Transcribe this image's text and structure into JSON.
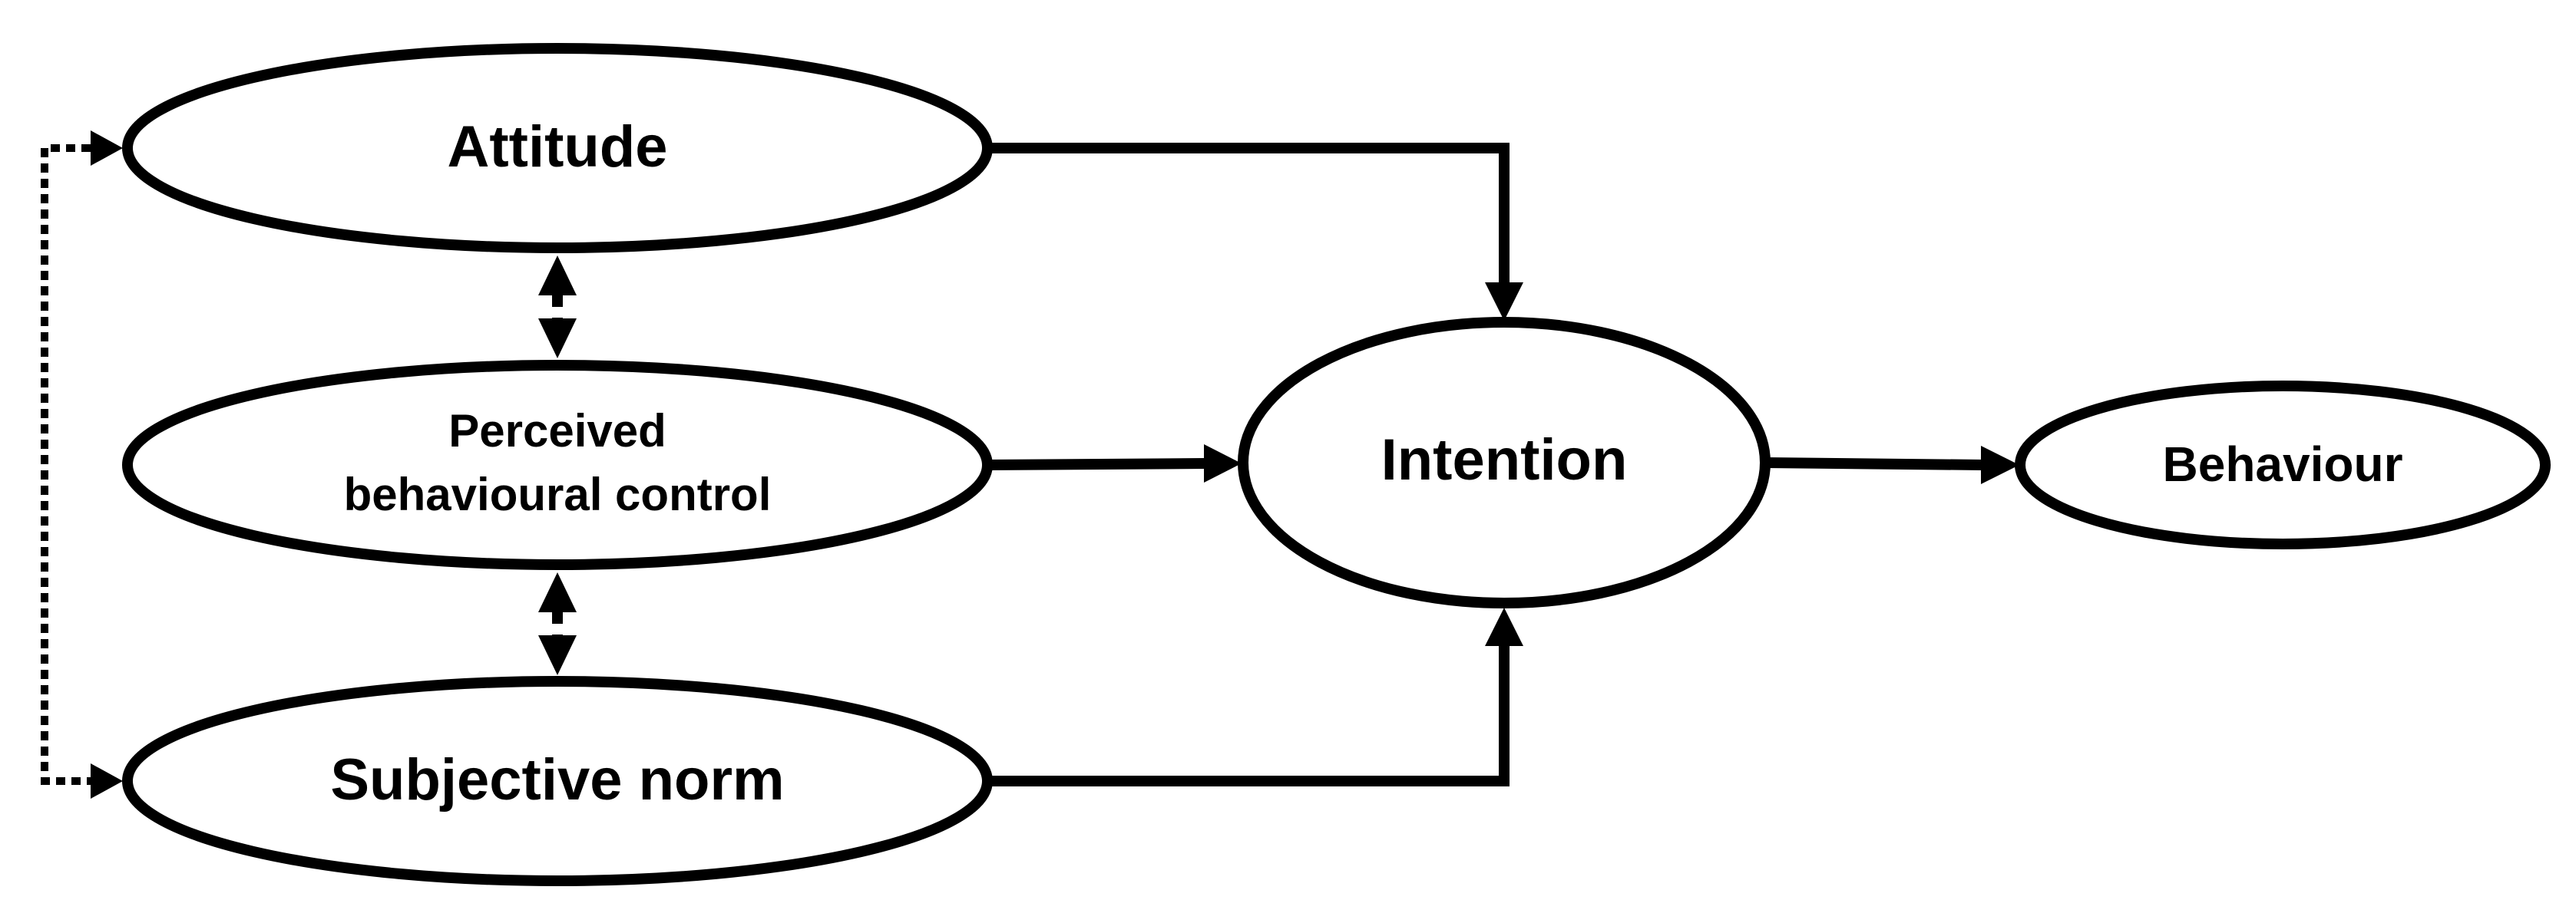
{
  "nodes": {
    "attitude": "Attitude",
    "pbc_line1": "Perceived",
    "pbc_line2": "behavioural control",
    "subjective_norm": "Subjective norm",
    "intention": "Intention",
    "behaviour": "Behaviour"
  },
  "edges": [
    {
      "from": "Attitude",
      "to": "Intention",
      "style": "solid"
    },
    {
      "from": "Perceived behavioural control",
      "to": "Intention",
      "style": "solid"
    },
    {
      "from": "Subjective norm",
      "to": "Intention",
      "style": "solid"
    },
    {
      "from": "Intention",
      "to": "Behaviour",
      "style": "solid"
    },
    {
      "from": "Attitude",
      "to": "Perceived behavioural control",
      "style": "dashed",
      "direction": "both"
    },
    {
      "from": "Perceived behavioural control",
      "to": "Subjective norm",
      "style": "dashed",
      "direction": "both"
    },
    {
      "from": "Attitude",
      "to": "Subjective norm",
      "style": "dotted",
      "direction": "both"
    }
  ],
  "colors": {
    "stroke": "#000000",
    "background": "#ffffff"
  }
}
